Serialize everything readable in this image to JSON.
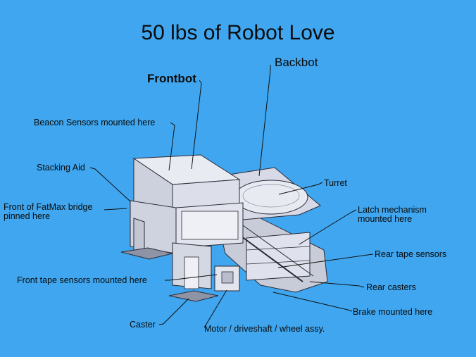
{
  "title": "50 lbs of Robot Love",
  "labels": {
    "backbot": "Backbot",
    "frontbot": "Frontbot",
    "beacon": "Beacon Sensors mounted here",
    "stacking": "Stacking Aid",
    "fatmax_1": "Front of FatMax bridge",
    "fatmax_2": "pinned here",
    "turret": "Turret",
    "latch_1": "Latch mechanism",
    "latch_2": "mounted here",
    "rear_tape": "Rear tape sensors",
    "front_tape": "Front tape sensors mounted here",
    "rear_casters": "Rear casters",
    "brake": "Brake mounted here",
    "caster": "Caster",
    "motor": "Motor / driveshaft / wheel assy."
  },
  "colors": {
    "background": "#3fa6ef",
    "model_fill": "#dfe2ec",
    "model_shade": "#b9bdcc",
    "model_edge": "#2a2a36",
    "leader": "#111111"
  }
}
